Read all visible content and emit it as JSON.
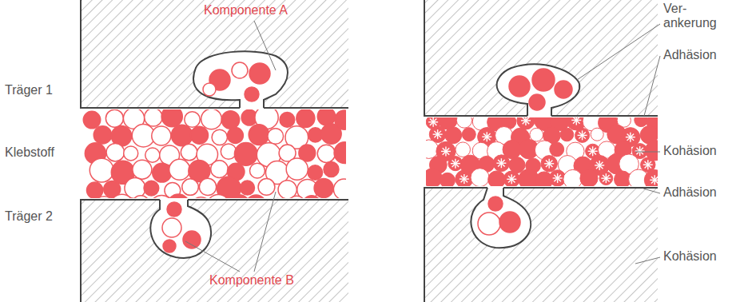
{
  "diagram": {
    "labels": [
      "Komponente A",
      "Träger 1",
      "Klebstoff",
      "Träger 2",
      "Komponente B",
      "Ver- ankerung",
      "Adhäsion",
      "Kohäsion",
      "Adhäsion",
      "Kohäsion"
    ]
  }
}
